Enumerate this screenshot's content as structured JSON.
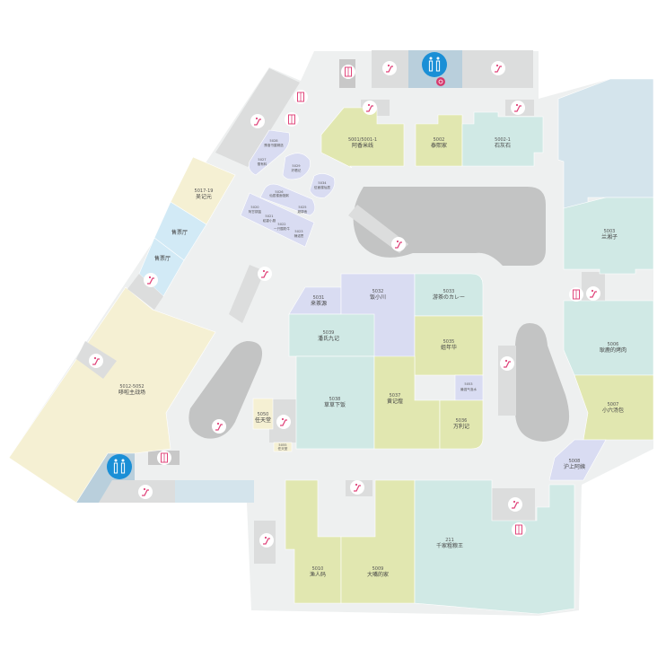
{
  "map": {
    "title": "Floor map 5F"
  },
  "colors": {
    "floor": "#eef0f0",
    "service": "#dcdddd",
    "void": "#c3c4c4",
    "cream": "#f5f0d3",
    "lime": "#e1e7b0",
    "mint": "#d0e9e5",
    "lavender": "#d9dcf2",
    "sky": "#d2eaf6",
    "steel": "#d4e4ec",
    "restroom": "#1a8fd6",
    "escalator": "#e0457b"
  },
  "shops": [
    {
      "id": "5001/5001-1",
      "name": "阿香米线"
    },
    {
      "id": "5002",
      "name": "泰熙家"
    },
    {
      "id": "5002-1",
      "name": "石灰石"
    },
    {
      "id": "5003",
      "name": "兰湘子"
    },
    {
      "id": "5006",
      "name": "耿鹿的烤肉"
    },
    {
      "id": "5007",
      "name": "小六汤包"
    },
    {
      "id": "5008",
      "name": "沪上阿姨"
    },
    {
      "id": "5017-19",
      "name": "吴记元"
    },
    {
      "id": "",
      "name": "售票厅"
    },
    {
      "id": "",
      "name": "售票厅"
    },
    {
      "id": "5012-5052",
      "name": "哆啦主战场"
    },
    {
      "id": "5028",
      "name": "豫洛书屋精选"
    },
    {
      "id": "5027",
      "name": "雪有料"
    },
    {
      "id": "5029",
      "name": "好看记"
    },
    {
      "id": "5034",
      "name": "伍面楼仙居"
    },
    {
      "id": "5026",
      "name": "仙居楼面馆粥"
    },
    {
      "id": "5020",
      "name": "阿甘锅盔"
    },
    {
      "id": "5025",
      "name": "超郭舍"
    },
    {
      "id": "5021",
      "name": "稻香小厨"
    },
    {
      "id": "5022",
      "name": "一只酸奶牛"
    },
    {
      "id": "5023",
      "name": "辣诺思"
    },
    {
      "id": "5031",
      "name": "来茶源"
    },
    {
      "id": "5032",
      "name": "饭小川"
    },
    {
      "id": "5033",
      "name": "游茶のカレー"
    },
    {
      "id": "5039",
      "name": "潘氏九记"
    },
    {
      "id": "5035",
      "name": "姐年华"
    },
    {
      "id": "5053",
      "name": "最强气泡水"
    },
    {
      "id": "5038",
      "name": "草草下饭"
    },
    {
      "id": "5037",
      "name": "黄记煌"
    },
    {
      "id": "5036",
      "name": "万利记"
    },
    {
      "id": "5050",
      "name": "任天堂"
    },
    {
      "id": "5055",
      "name": "任天堂"
    },
    {
      "id": "5010",
      "name": "渔人码"
    },
    {
      "id": "5009",
      "name": "大嘴的家"
    },
    {
      "id": "211",
      "name": "千家粗粮王"
    }
  ],
  "icons": {
    "escalator": "escalator-icon",
    "elevator": "elevator-icon",
    "restroom": "restroom-icon",
    "accessible": "accessible-icon"
  }
}
